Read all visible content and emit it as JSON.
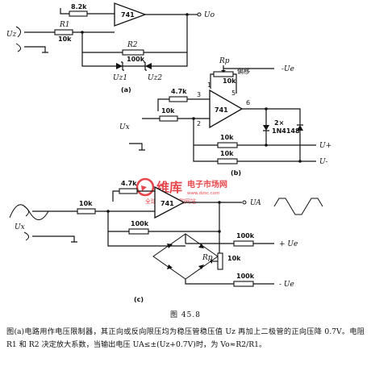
{
  "circuit_a": {
    "r_feedback_top": "8.2k",
    "r1_name": "R1",
    "r1_value": "10k",
    "r2_name": "R2",
    "r2_value": "100k",
    "opamp": "741",
    "input": "Uz",
    "output": "Uo",
    "zener1": "Uz1",
    "zener2": "Uz2",
    "panel": "(a)"
  },
  "circuit_b": {
    "rp_name": "Rp",
    "rp_value": "10k",
    "offset_label": "偏移",
    "neg_supply": "-Ue",
    "pin1": "1",
    "pin5": "5",
    "pin3": "3",
    "pin2": "2",
    "pin6": "6",
    "r_top": "4.7k",
    "r_in": "10k",
    "opamp": "741",
    "input": "Ux",
    "diode_label": "2×",
    "diode_part": "1N4148",
    "r_pos": "10k",
    "r_neg": "10k",
    "out_pos": "U+",
    "out_neg": "U-",
    "panel": "(b)"
  },
  "circuit_c": {
    "r_top": "4.7k",
    "r_in": "10k",
    "opamp": "741",
    "input": "Ux",
    "output": "UA",
    "r_feedback": "100k",
    "r_pos": "100k",
    "r_neg": "100k",
    "rp_name": "Rp",
    "rp_value": "10k",
    "pos_supply": "+ Ue",
    "neg_supply": "- Ue",
    "panel": "(c)"
  },
  "watermark": {
    "brand": "维库",
    "site": "电子市场网",
    "url": "www.dzsc.com",
    "sub": "全球最大IC采购网站"
  },
  "caption": "图 45.8",
  "description": "图(a)电路用作电压限制器，其正向或反向限压均为稳压管稳压值 Uz 再加上二极管的正向压降 0.7V。电阻 R1 和 R2 决定放大系数，当输出电压 UA≤±(Uz+0.7V)时，为 Vo≈R2/R1。"
}
